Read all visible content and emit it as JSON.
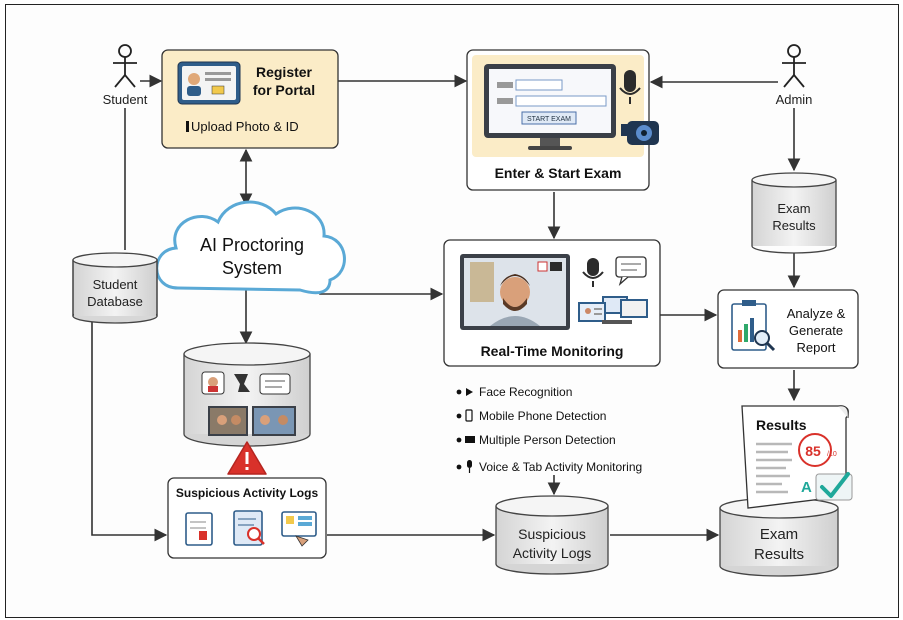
{
  "actors": {
    "student": "Student",
    "admin": "Admin"
  },
  "nodes": {
    "register_line1": "Register",
    "register_line2": "for Portal",
    "upload": "Upload Photo & ID",
    "enter_exam": "Enter & Start Exam",
    "ai_line1": "AI Proctoring",
    "ai_line2": "System",
    "student_db_line1": "Student",
    "student_db_line2": "Database",
    "realtime": "Real-Time Monitoring",
    "exam_results_top_line1": "Exam",
    "exam_results_top_line2": "Results",
    "analyze_line1": "Analyze &",
    "analyze_line2": "Generate",
    "analyze_line3": "Report",
    "suspicious_box_title": "Suspicious Activity Logs",
    "susp_db_line1": "Suspicious",
    "susp_db_line2": "Activity Logs",
    "exam_results_bottom_line1": "Exam",
    "exam_results_bottom_line2": "Results"
  },
  "results_card": {
    "title": "Results",
    "score": "85",
    "score_suffix": "/10",
    "grade": "A"
  },
  "exam_screen": {
    "start_button": "START EXAM"
  },
  "features": [
    "Face Recognition",
    "Mobile Phone Detection",
    "Multiple Person Detection",
    "Voice & Tab Activity Monitoring"
  ],
  "colors": {
    "box_fill_yellow": "#fbecc7",
    "cloud_stroke": "#5aa9d6",
    "db_fill": "#e9e9e9",
    "alert_red": "#d9312a",
    "check_teal": "#1fa89a"
  }
}
